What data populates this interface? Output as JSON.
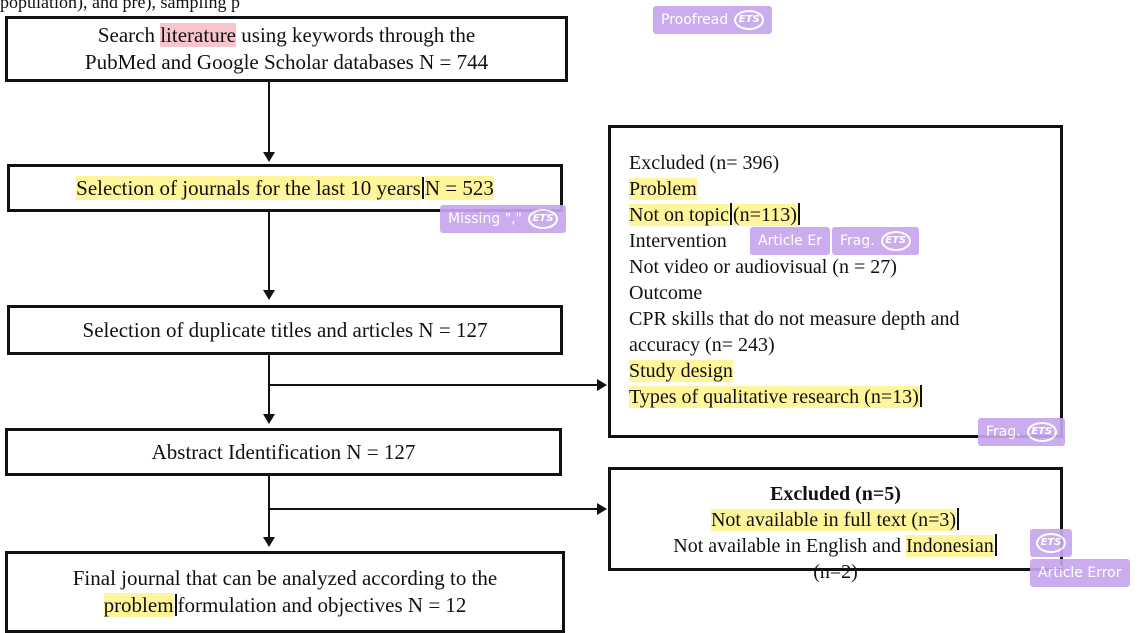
{
  "top_fragment": "population), and pre), sampling p",
  "boxes": {
    "search": {
      "pre": "Search ",
      "hl": "literature",
      "post": " using keywords through the",
      "line2": "PubMed and Google Scholar databases N = 744"
    },
    "selection_years": {
      "pre": "Selection of journals for the last 10 ",
      "hl": "years",
      "post": "N = 523"
    },
    "duplicates": {
      "text": "Selection of duplicate titles and articles N = 127"
    },
    "abstract": {
      "text": "Abstract Identification N = 127"
    },
    "final": {
      "line1": "Final journal that can be analyzed according to the",
      "hl": "problem",
      "post": "formulation and objectives N = 12"
    },
    "excluded1": {
      "l1": "Excluded (n= 396)",
      "l2": "Problem",
      "l3_hl": "Not on topic",
      "l3_post": "(n=113)",
      "l4": "Intervention",
      "l5": "Not video or audiovisual (n = 27)",
      "l6": "Outcome",
      "l7": "CPR skills that do not measure depth and",
      "l8": "accuracy (n= 243)",
      "l9": "Study design",
      "l10": "Types of qualitative research (n=13)"
    },
    "excluded2": {
      "title": "Excluded (n=5)",
      "l1": "Not available in full text (n=3)",
      "l2_pre": "Not available in English and ",
      "l2_hl": "Indonesian",
      "l3": "(n=2)"
    }
  },
  "tags": {
    "proofread": "Proofread",
    "missing": "Missing \",\"",
    "article_error_1": "Article Er",
    "frag_1": "Frag.",
    "frag_2": "Frag.",
    "article_error_2": "Article Error",
    "ets": "ETS"
  }
}
